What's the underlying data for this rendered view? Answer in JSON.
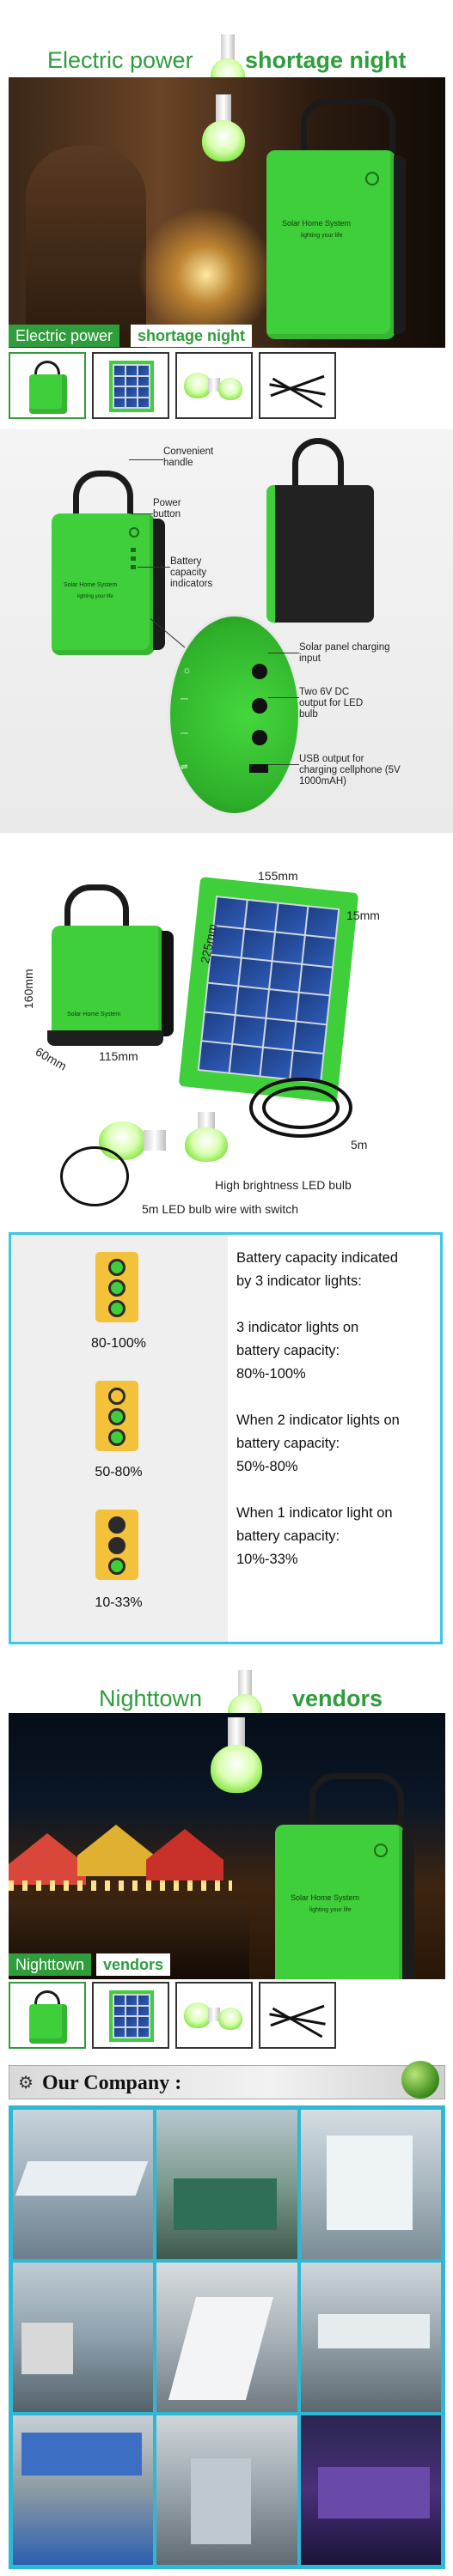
{
  "section1": {
    "headline_left": "Electric power",
    "headline_right": "shortage night",
    "label_left": "Electric power",
    "label_right": "shortage night",
    "device_text_1": "Solar Home System",
    "device_text_2": "lighting your life"
  },
  "features": {
    "handle": "Convenient handle",
    "power": "Power button",
    "battery": "Battery capacity indicators",
    "solar_input": "Solar panel charging input",
    "dc_output": "Two 6V DC output for LED bulb",
    "usb_output": "USB output for charging cellphone (5V 1000mAH)"
  },
  "dimensions": {
    "panel_width": "155mm",
    "panel_depth": "15mm",
    "panel_height": "225mm",
    "box_height": "160mm",
    "box_depth": "60mm",
    "box_width": "115mm",
    "cable": "5m",
    "bulb_caption": "High brightness LED bulb",
    "wire_caption": "5m LED bulb wire with switch"
  },
  "battery": {
    "levels": [
      {
        "label": "80-100%",
        "lit": 3
      },
      {
        "label": "50-80%",
        "lit": 2
      },
      {
        "label": "10-33%",
        "lit": 1
      }
    ],
    "lines": [
      "Battery capacity indicated",
      "by 3 indicator lights:",
      "",
      "3 indicator lights on",
      " battery capacity:",
      "80%-100%",
      "",
      "When 2 indicator lights on",
      " battery capacity:",
      "50%-80%",
      "",
      "When 1 indicator light on",
      " battery capacity:",
      "10%-33%"
    ]
  },
  "section5": {
    "headline_left": "Nighttown",
    "headline_right": "vendors",
    "label_left": "Nighttown",
    "label_right": "vendors",
    "device_text_1": "Solar Home System",
    "device_text_2": "lighting your life"
  },
  "company": {
    "title": "Our Company :"
  },
  "colors": {
    "brand_green": "#2f9d3c",
    "device_green": "#3fcf3a",
    "frame_blue": "#3ec6e8",
    "indicator_yellow": "#f3c13a"
  }
}
